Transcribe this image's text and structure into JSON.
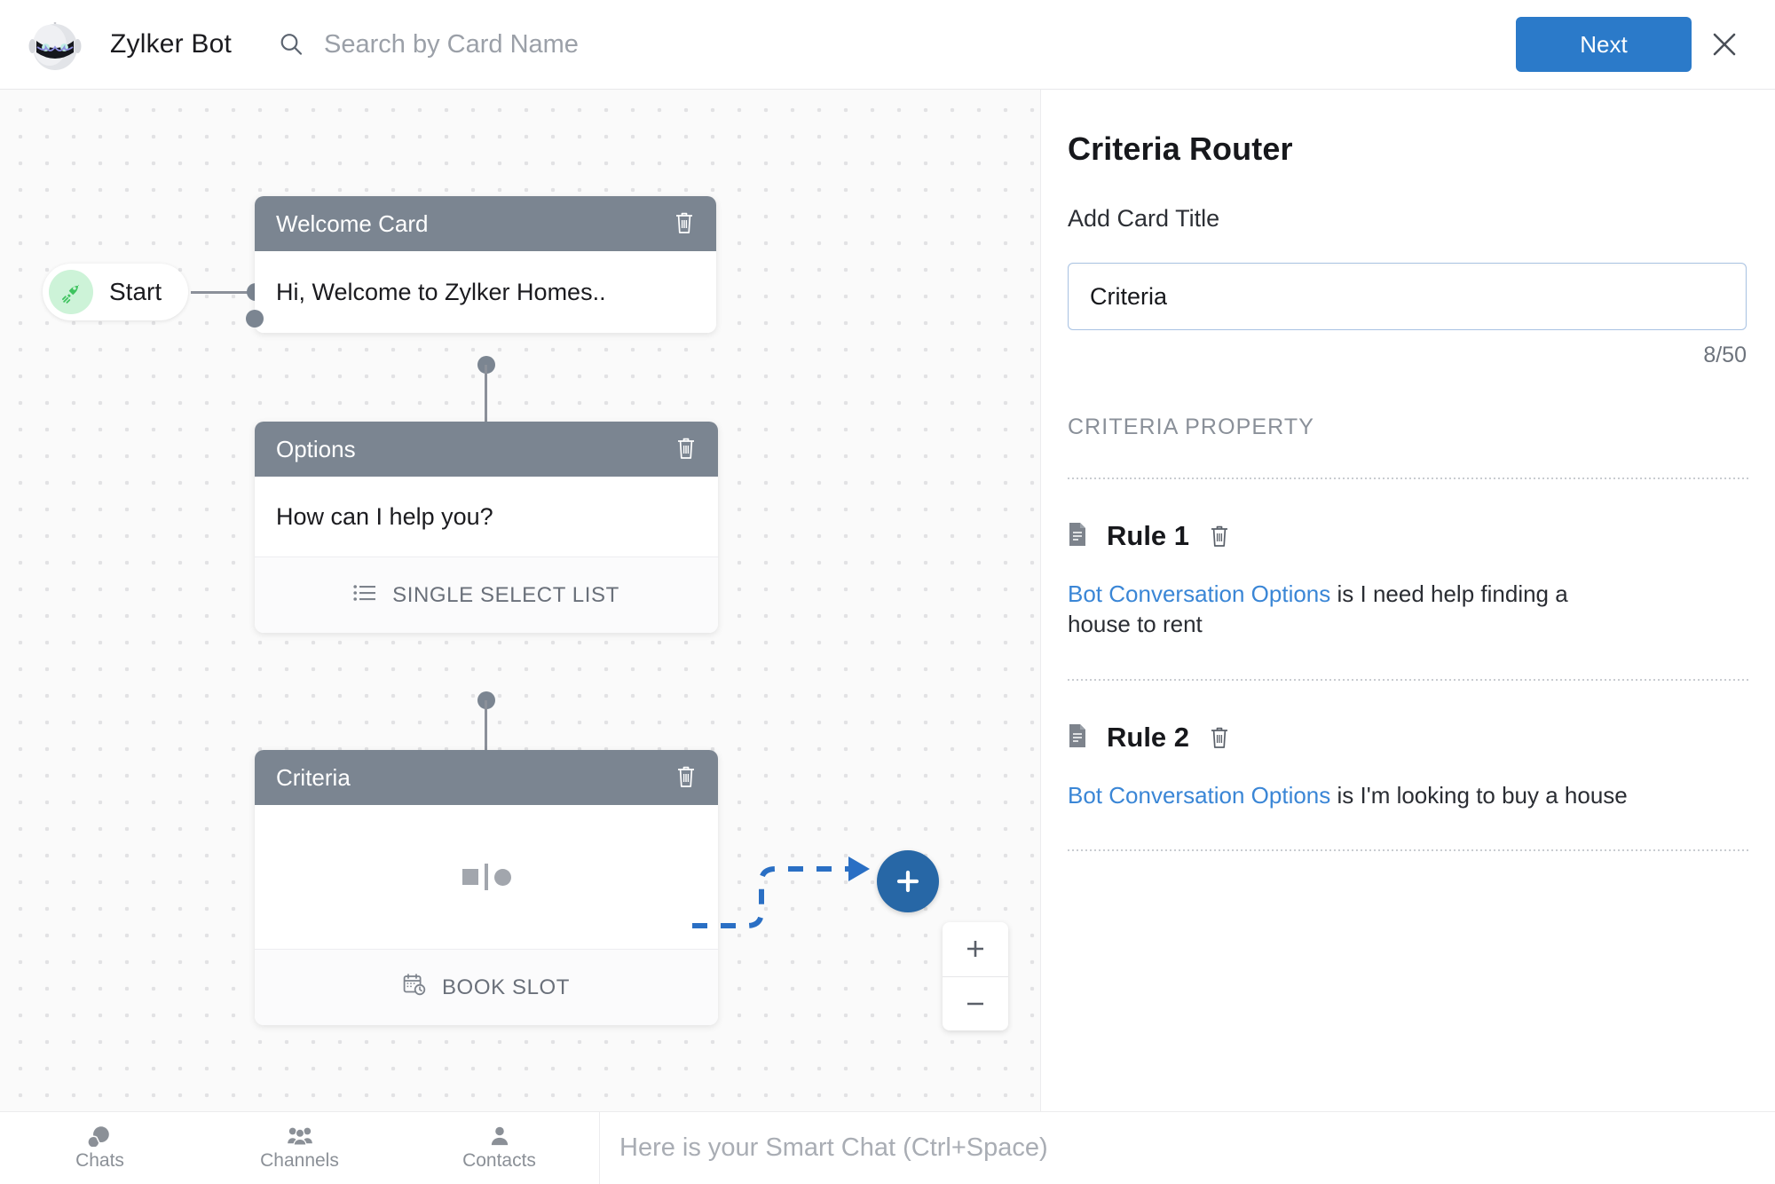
{
  "topbar": {
    "avatar_icon": "bot-avatar-icon",
    "bot_name": "Zylker Bot",
    "search_icon": "search-icon",
    "search_placeholder": "Search by Card Name",
    "search_value": "",
    "next_label": "Next",
    "close_icon": "close-icon"
  },
  "canvas": {
    "start": {
      "label": "Start",
      "icon": "rocket-icon"
    },
    "add_node_icon": "plus-icon",
    "zoom": {
      "in_label": "+",
      "out_label": "—"
    },
    "cards": [
      {
        "title": "Welcome Card",
        "body": "Hi, Welcome to Zylker Homes..",
        "delete_icon": "trash-icon",
        "footer": null,
        "footer_icon": null
      },
      {
        "title": "Options",
        "body": "How can I help you?",
        "delete_icon": "trash-icon",
        "footer": "SINGLE SELECT LIST",
        "footer_icon": "list-icon"
      },
      {
        "title": "Criteria",
        "body": "",
        "body_icon": "criteria-glyph-icon",
        "delete_icon": "trash-icon",
        "footer": "BOOK SLOT",
        "footer_icon": "calendar-clock-icon"
      }
    ]
  },
  "panel": {
    "title": "Criteria Router",
    "card_title_label": "Add Card Title",
    "card_title_value": "Criteria",
    "char_count": "8/50",
    "criteria_property_label": "CRITERIA PROPERTY",
    "rules": [
      {
        "name": "Rule 1",
        "doc_icon": "document-icon",
        "delete_icon": "trash-icon",
        "link_text": "Bot Conversation Options",
        "condition_text": " is I need help finding a house to rent"
      },
      {
        "name": "Rule 2",
        "doc_icon": "document-icon",
        "delete_icon": "trash-icon",
        "link_text": "Bot Conversation Options",
        "condition_text": " is I'm looking to buy a house"
      }
    ]
  },
  "bottombar": {
    "nav": [
      {
        "label": "Chats",
        "icon": "chat-bubbles-icon"
      },
      {
        "label": "Channels",
        "icon": "group-people-icon"
      },
      {
        "label": "Contacts",
        "icon": "person-icon"
      }
    ],
    "smartchat_placeholder": "Here is your Smart Chat (Ctrl+Space)",
    "smartchat_value": ""
  },
  "colors": {
    "accent_blue": "#2b7ac9",
    "node_blue": "#2767a6",
    "card_header_gray": "#7b8591",
    "link_blue": "#3a86d6",
    "start_green": "#cdf3d8",
    "canvas_bg": "#fafafa"
  }
}
